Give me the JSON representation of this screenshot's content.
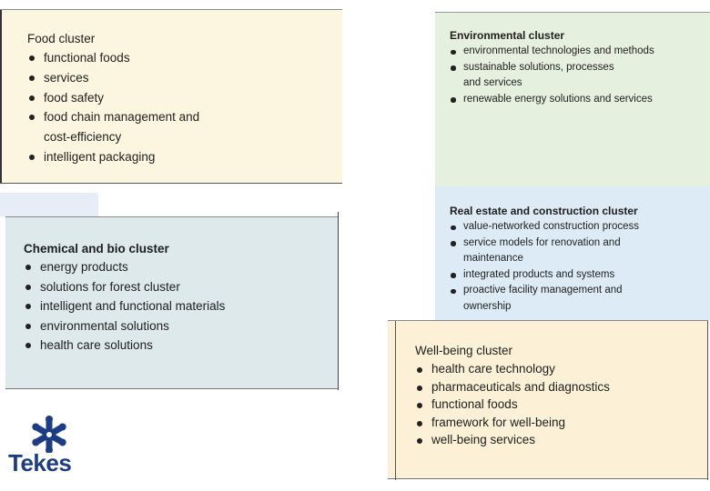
{
  "food": {
    "title": "Food cluster",
    "items": [
      "functional foods",
      "services",
      "food safety",
      "food chain management and cost-efficiency",
      "intelligent packaging"
    ]
  },
  "chemical": {
    "title": "Chemical and bio cluster",
    "items": [
      "energy products",
      "solutions for forest cluster",
      "intelligent and functional materials",
      "environmental solutions",
      "health care solutions"
    ]
  },
  "environmental": {
    "title": "Environmental cluster",
    "items": [
      "environmental technologies and methods",
      "sustainable solutions, processes and services",
      "renewable energy solutions and services"
    ]
  },
  "real_estate": {
    "title": "Real estate and construction cluster",
    "items": [
      "value-networked construction process",
      "service models for renovation and maintenance",
      "integrated products and systems",
      "proactive facility management and ownership"
    ]
  },
  "wellbeing": {
    "title": "Well-being cluster",
    "items": [
      "health care technology",
      "pharmaceuticals and diagnostics",
      "functional foods",
      "framework for well-being",
      "well-being services"
    ]
  },
  "logo": {
    "text": "Tekes",
    "icon": "tekes-star-icon",
    "color": "#1c3c86"
  }
}
